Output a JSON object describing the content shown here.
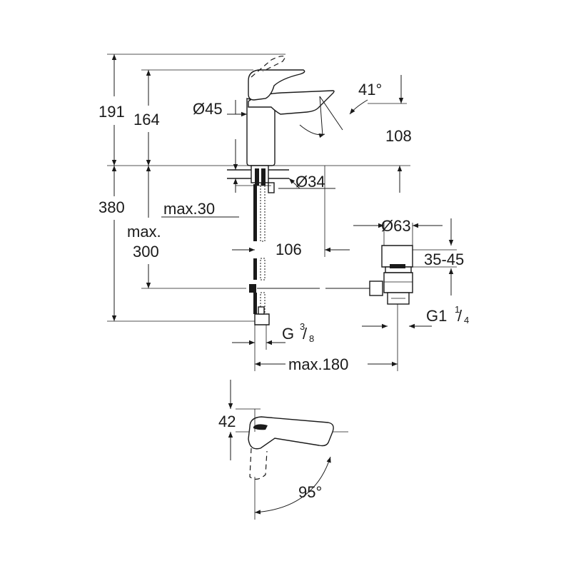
{
  "dimensions": {
    "h_total": "191",
    "h_spout": "164",
    "dia_body": "Ø45",
    "spout_angle": "41°",
    "reach": "108",
    "dia_hole": "Ø34",
    "h_below": "380",
    "max_deck": "max.30",
    "max_300_line1": "max.",
    "max_300_line2": "300",
    "offset_106": "106",
    "dia_waste": "Ø63",
    "waste_range": "35-45",
    "waste_thread_main": "G1",
    "waste_thread_num": "1",
    "waste_thread_den": "4",
    "supply_thread_main": "G",
    "supply_thread_num": "3",
    "supply_thread_den": "8",
    "max_180": "max.180",
    "h_lever": "42",
    "lever_angle": "95°"
  }
}
